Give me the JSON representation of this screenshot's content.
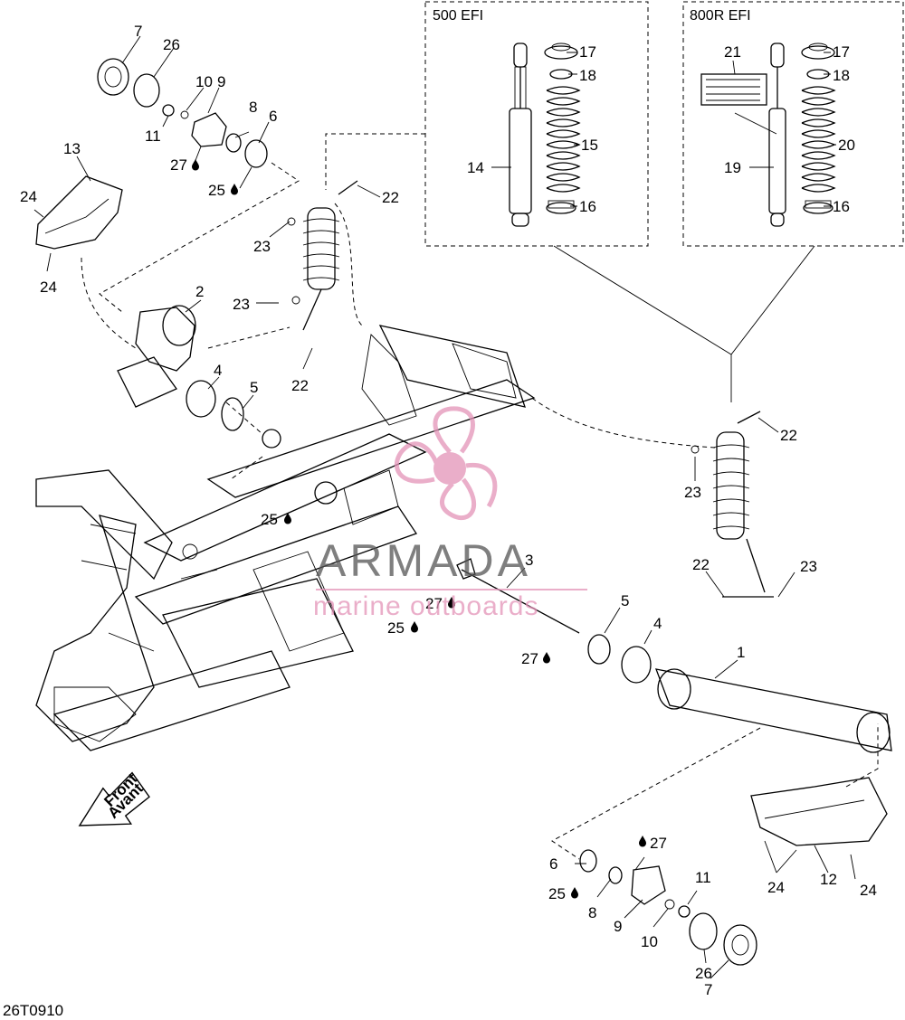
{
  "insets": {
    "left_title": "500 EFI",
    "right_title": "800R EFI"
  },
  "front_arrow": {
    "line1": "Front",
    "line2": "Avant"
  },
  "watermark": {
    "brand": "ARMADA",
    "tagline": "marine outboards",
    "color": "#e493b8"
  },
  "drawing_code": "26T0910",
  "callouts": [
    "7",
    "26",
    "10",
    "9",
    "11",
    "8",
    "6",
    "27",
    "25",
    "13",
    "24",
    "24",
    "22",
    "23",
    "2",
    "23",
    "22",
    "4",
    "5",
    "17",
    "18",
    "15",
    "14",
    "16",
    "21",
    "17",
    "18",
    "20",
    "19",
    "16",
    "22",
    "23",
    "22",
    "23",
    "25",
    "3",
    "27",
    "25",
    "5",
    "4",
    "27",
    "1",
    "12",
    "24",
    "24",
    "27",
    "6",
    "25",
    "8",
    "9",
    "11",
    "10",
    "26",
    "7"
  ]
}
